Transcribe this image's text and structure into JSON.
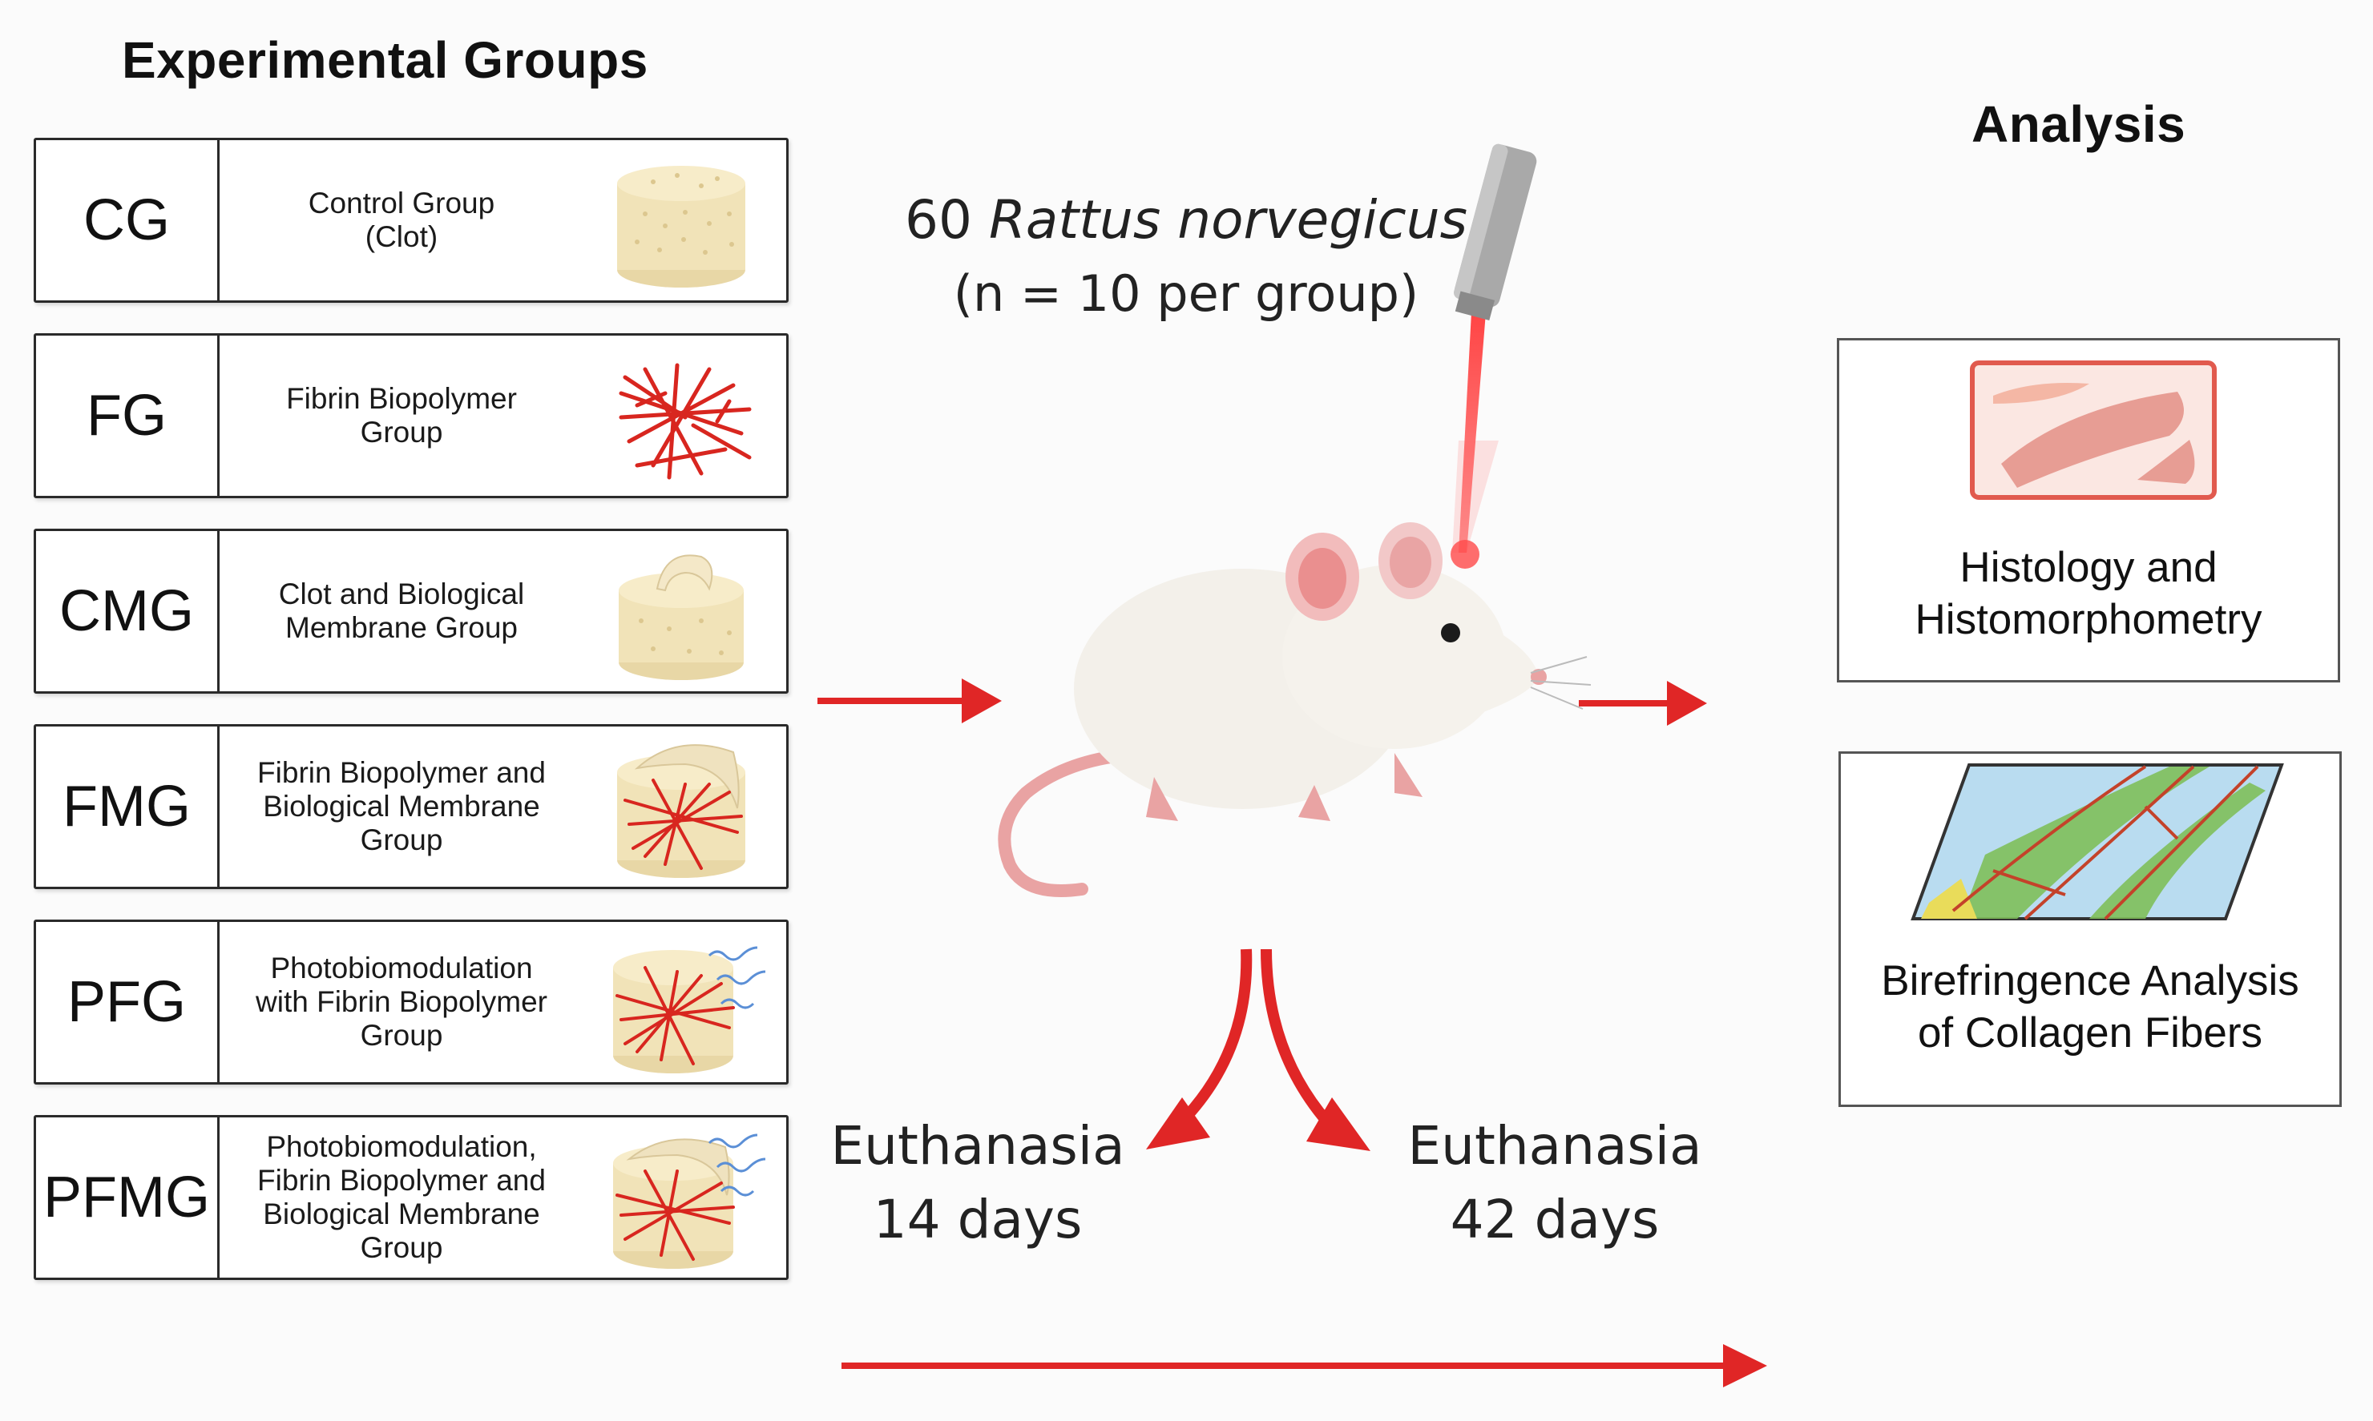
{
  "headings": {
    "left": "Experimental Groups",
    "right": "Analysis"
  },
  "groups": [
    {
      "code": "CG",
      "description": "Control Group\n(Clot)",
      "icon": "clot-cylinder-icon"
    },
    {
      "code": "FG",
      "description": "Fibrin Biopolymer\nGroup",
      "icon": "fibrin-network-icon"
    },
    {
      "code": "CMG",
      "description": "Clot and Biological\nMembrane Group",
      "icon": "clot-membrane-icon"
    },
    {
      "code": "FMG",
      "description": "Fibrin Biopolymer and\nBiological Membrane\nGroup",
      "icon": "fibrin-membrane-icon"
    },
    {
      "code": "PFG",
      "description": "Photobiomodulation\nwith Fibrin Biopolymer\nGroup",
      "icon": "laser-fibrin-icon"
    },
    {
      "code": "PFMG",
      "description": "Photobiomodulation,\nFibrin Biopolymer and\nBiological Membrane\nGroup",
      "icon": "laser-fibrin-membrane-icon"
    }
  ],
  "subjects": {
    "count": "60",
    "species": "Rattus norvegicus",
    "per_group": "(n = 10 per group)"
  },
  "euthanasia": [
    {
      "label": "Euthanasia",
      "days": "14 days"
    },
    {
      "label": "Euthanasia",
      "days": "42 days"
    }
  ],
  "analysis": [
    {
      "label": "Histology and\nHistomorphometry",
      "icon": "histology-slide-icon"
    },
    {
      "label": "Birefringence Analysis\nof Collagen Fibers",
      "icon": "collagen-birefringence-icon"
    }
  ],
  "colors": {
    "arrow": "#e02626",
    "clot": "#f1e3b8",
    "fibrin": "#d8261f",
    "rat": "#f3f0ea",
    "laser": "#ff3b3b"
  }
}
